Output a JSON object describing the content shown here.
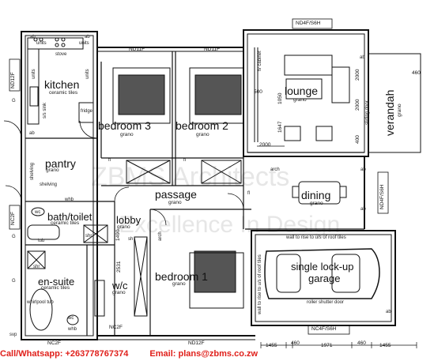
{
  "rooms": {
    "kitchen": "kitchen",
    "kitchen_finish": "ceramic tiles",
    "bedroom3": "bedroom 3",
    "bedroom3_finish": "grano",
    "bedroom2": "bedroom 2",
    "bedroom2_finish": "grano",
    "lounge": "lounge",
    "lounge_finish": "grano",
    "verandah": "verandah",
    "verandah_finish": "grano",
    "pantry": "pantry",
    "pantry_finish": "grano",
    "passage": "passage",
    "passage_finish": "grano",
    "dining": "dining",
    "dining_finish": "grano",
    "bath": "bath/toilet",
    "bath_finish": "ceramic tiles",
    "lobby": "lobby",
    "lobby_finish": "grano",
    "ensuite": "en-suite",
    "ensuite_finish": "ceramic tiles",
    "wic": "w/c",
    "wic_finish": "grano",
    "bedroom1": "bedroom 1",
    "bedroom1_finish": "grano",
    "garage_1": "single lock-up",
    "garage_2": "garage"
  },
  "windows": {
    "nd11f_a": "ND11F",
    "nd11f_b": "ND11F",
    "nd4f_top": "ND4F/S6H",
    "nd12f_left": "ND12F",
    "nc2f_left": "NC2F",
    "nc2f_bottom_a": "NC2F",
    "nc2f_bottom_b": "NC2F",
    "nd12f_bottom": "ND12F",
    "nd4f_right": "ND4F/S6H",
    "nc4f_bottom": "NC4F/S6H"
  },
  "labels": {
    "ab": "ab",
    "units": "units",
    "stove": "stove",
    "sink": "s/s sink",
    "fridge": "fridge",
    "shelving": "shelving",
    "whb": "whb",
    "wc": "wc",
    "tub": "tub",
    "shr": "shr",
    "whirlpool": "whirlpool tub",
    "svp": "svp",
    "g": "G",
    "tv": "tv cabinet",
    "sliding": "sliding door",
    "arch": "arch",
    "fl": "fl",
    "sh": "sh",
    "wall_top": "wall to rise to u/s of roof tiles",
    "wall_left": "wall to rise to u/s of roof tiles",
    "roller": "roller shutter door"
  },
  "dims": {
    "d500": "500",
    "d1050": "1050",
    "d2000a": "2000",
    "d2000b": "2000",
    "d2000c": "2000",
    "d1647": "1647",
    "d400": "400",
    "d460": "460",
    "d2531": "2531",
    "d1490": "1490",
    "b1455a": "1455",
    "b460a": "460",
    "b1971": "1971",
    "b460b": "460",
    "b1455b": "1455"
  },
  "footer": {
    "phone": "Call/Whatsapp: +263778767374",
    "email": "Email: plans@zbms.co.zw"
  },
  "watermark": {
    "line1": "ZBMS Architects",
    "line2": "Excellence In Design"
  }
}
